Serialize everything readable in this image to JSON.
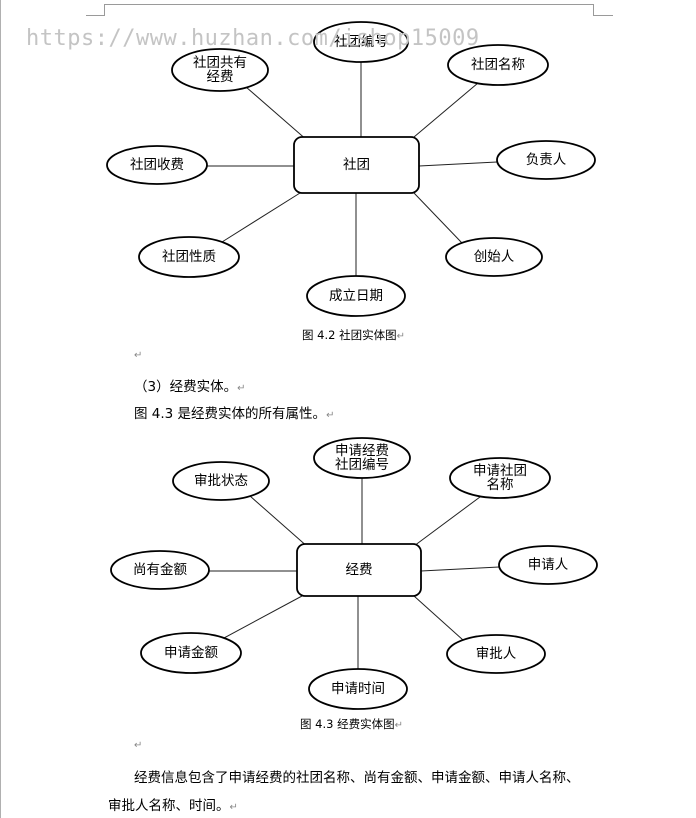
{
  "watermark": "https://www.huzhan.com/ishop15009",
  "figure1": {
    "center": "社团",
    "attributes": [
      "社团编号",
      "社团名称",
      "负责人",
      "创始人",
      "成立日期",
      "社团性质",
      "社团收费",
      "社团共有|经费"
    ],
    "caption": "图 4.2 社团实体图"
  },
  "text": {
    "heading": "（3）经费实体。",
    "intro": "图 4.3 是经费实体的所有属性。",
    "desc_line1": "经费信息包含了申请经费的社团名称、尚有金额、申请金额、申请人名称、",
    "desc_line2": "审批人名称、时间。"
  },
  "figure2": {
    "center": "经费",
    "attributes": [
      "申请经费|社团编号",
      "申请社团|名称",
      "申请人",
      "审批人",
      "申请时间",
      "申请金额",
      "尚有金额",
      "审批状态"
    ],
    "caption": "图 4.3  经费实体图"
  },
  "marks": {
    "paragraph": "↵"
  }
}
